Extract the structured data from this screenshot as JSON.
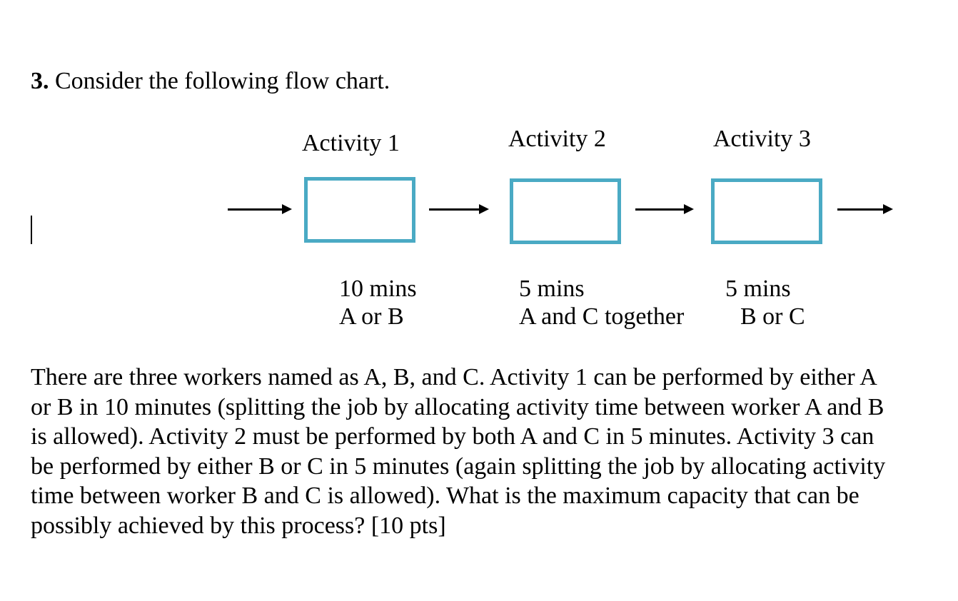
{
  "heading": {
    "number": "3.",
    "text": "Consider the following flow chart."
  },
  "activities": [
    {
      "label": "Activity 1",
      "time": "10 mins",
      "workers": "A or B"
    },
    {
      "label": "Activity 2",
      "time": "5 mins",
      "workers": "A and C together"
    },
    {
      "label": "Activity 3",
      "time": "5 mins",
      "workers": "B or C"
    }
  ],
  "colors": {
    "box_border": "#4aaac4",
    "text": "#000000",
    "background": "#ffffff"
  },
  "problem": {
    "lines": [
      "There are three workers named as A, B, and C. Activity 1 can be performed by either A",
      "or B in 10 minutes (splitting the job by allocating activity time between worker A and B",
      "is allowed).  Activity 2 must be performed by both A and C in 5 minutes. Activity 3 can",
      "be performed by either B or C in 5 minutes (again splitting the job by allocating activity",
      "time between worker B and C is allowed). What is the maximum capacity that can be",
      "possibly achieved by this process? [10 pts]"
    ]
  }
}
